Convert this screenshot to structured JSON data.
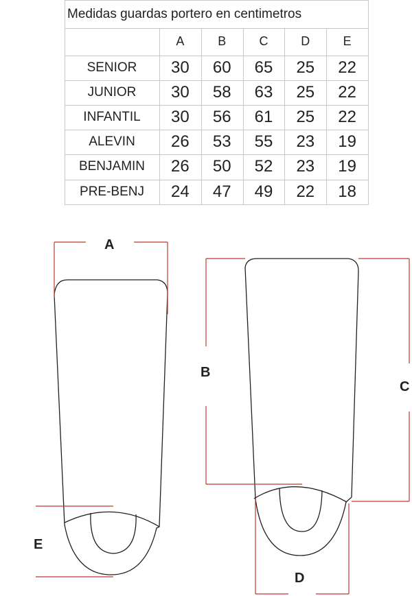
{
  "table": {
    "caption": "Medidas guardas portero en centimetros",
    "columns": [
      "A",
      "B",
      "C",
      "D",
      "E"
    ],
    "rows": [
      {
        "label": "SENIOR",
        "values": [
          "30",
          "60",
          "65",
          "25",
          "22"
        ]
      },
      {
        "label": "JUNIOR",
        "values": [
          "30",
          "58",
          "63",
          "25",
          "22"
        ]
      },
      {
        "label": "INFANTIL",
        "values": [
          "30",
          "56",
          "61",
          "25",
          "22"
        ]
      },
      {
        "label": "ALEVIN",
        "values": [
          "26",
          "53",
          "55",
          "23",
          "19"
        ]
      },
      {
        "label": "BENJAMIN",
        "values": [
          "26",
          "50",
          "52",
          "23",
          "19"
        ]
      },
      {
        "label": "PRE-BENJ",
        "values": [
          "24",
          "47",
          "49",
          "22",
          "18"
        ]
      }
    ]
  },
  "diagram": {
    "labels": {
      "a": "A",
      "b": "B",
      "c": "C",
      "d": "D",
      "e": "E"
    },
    "colors": {
      "outline": "#231f20",
      "dimension_line": "#c0392b",
      "grid": "#c9c9c9"
    }
  }
}
